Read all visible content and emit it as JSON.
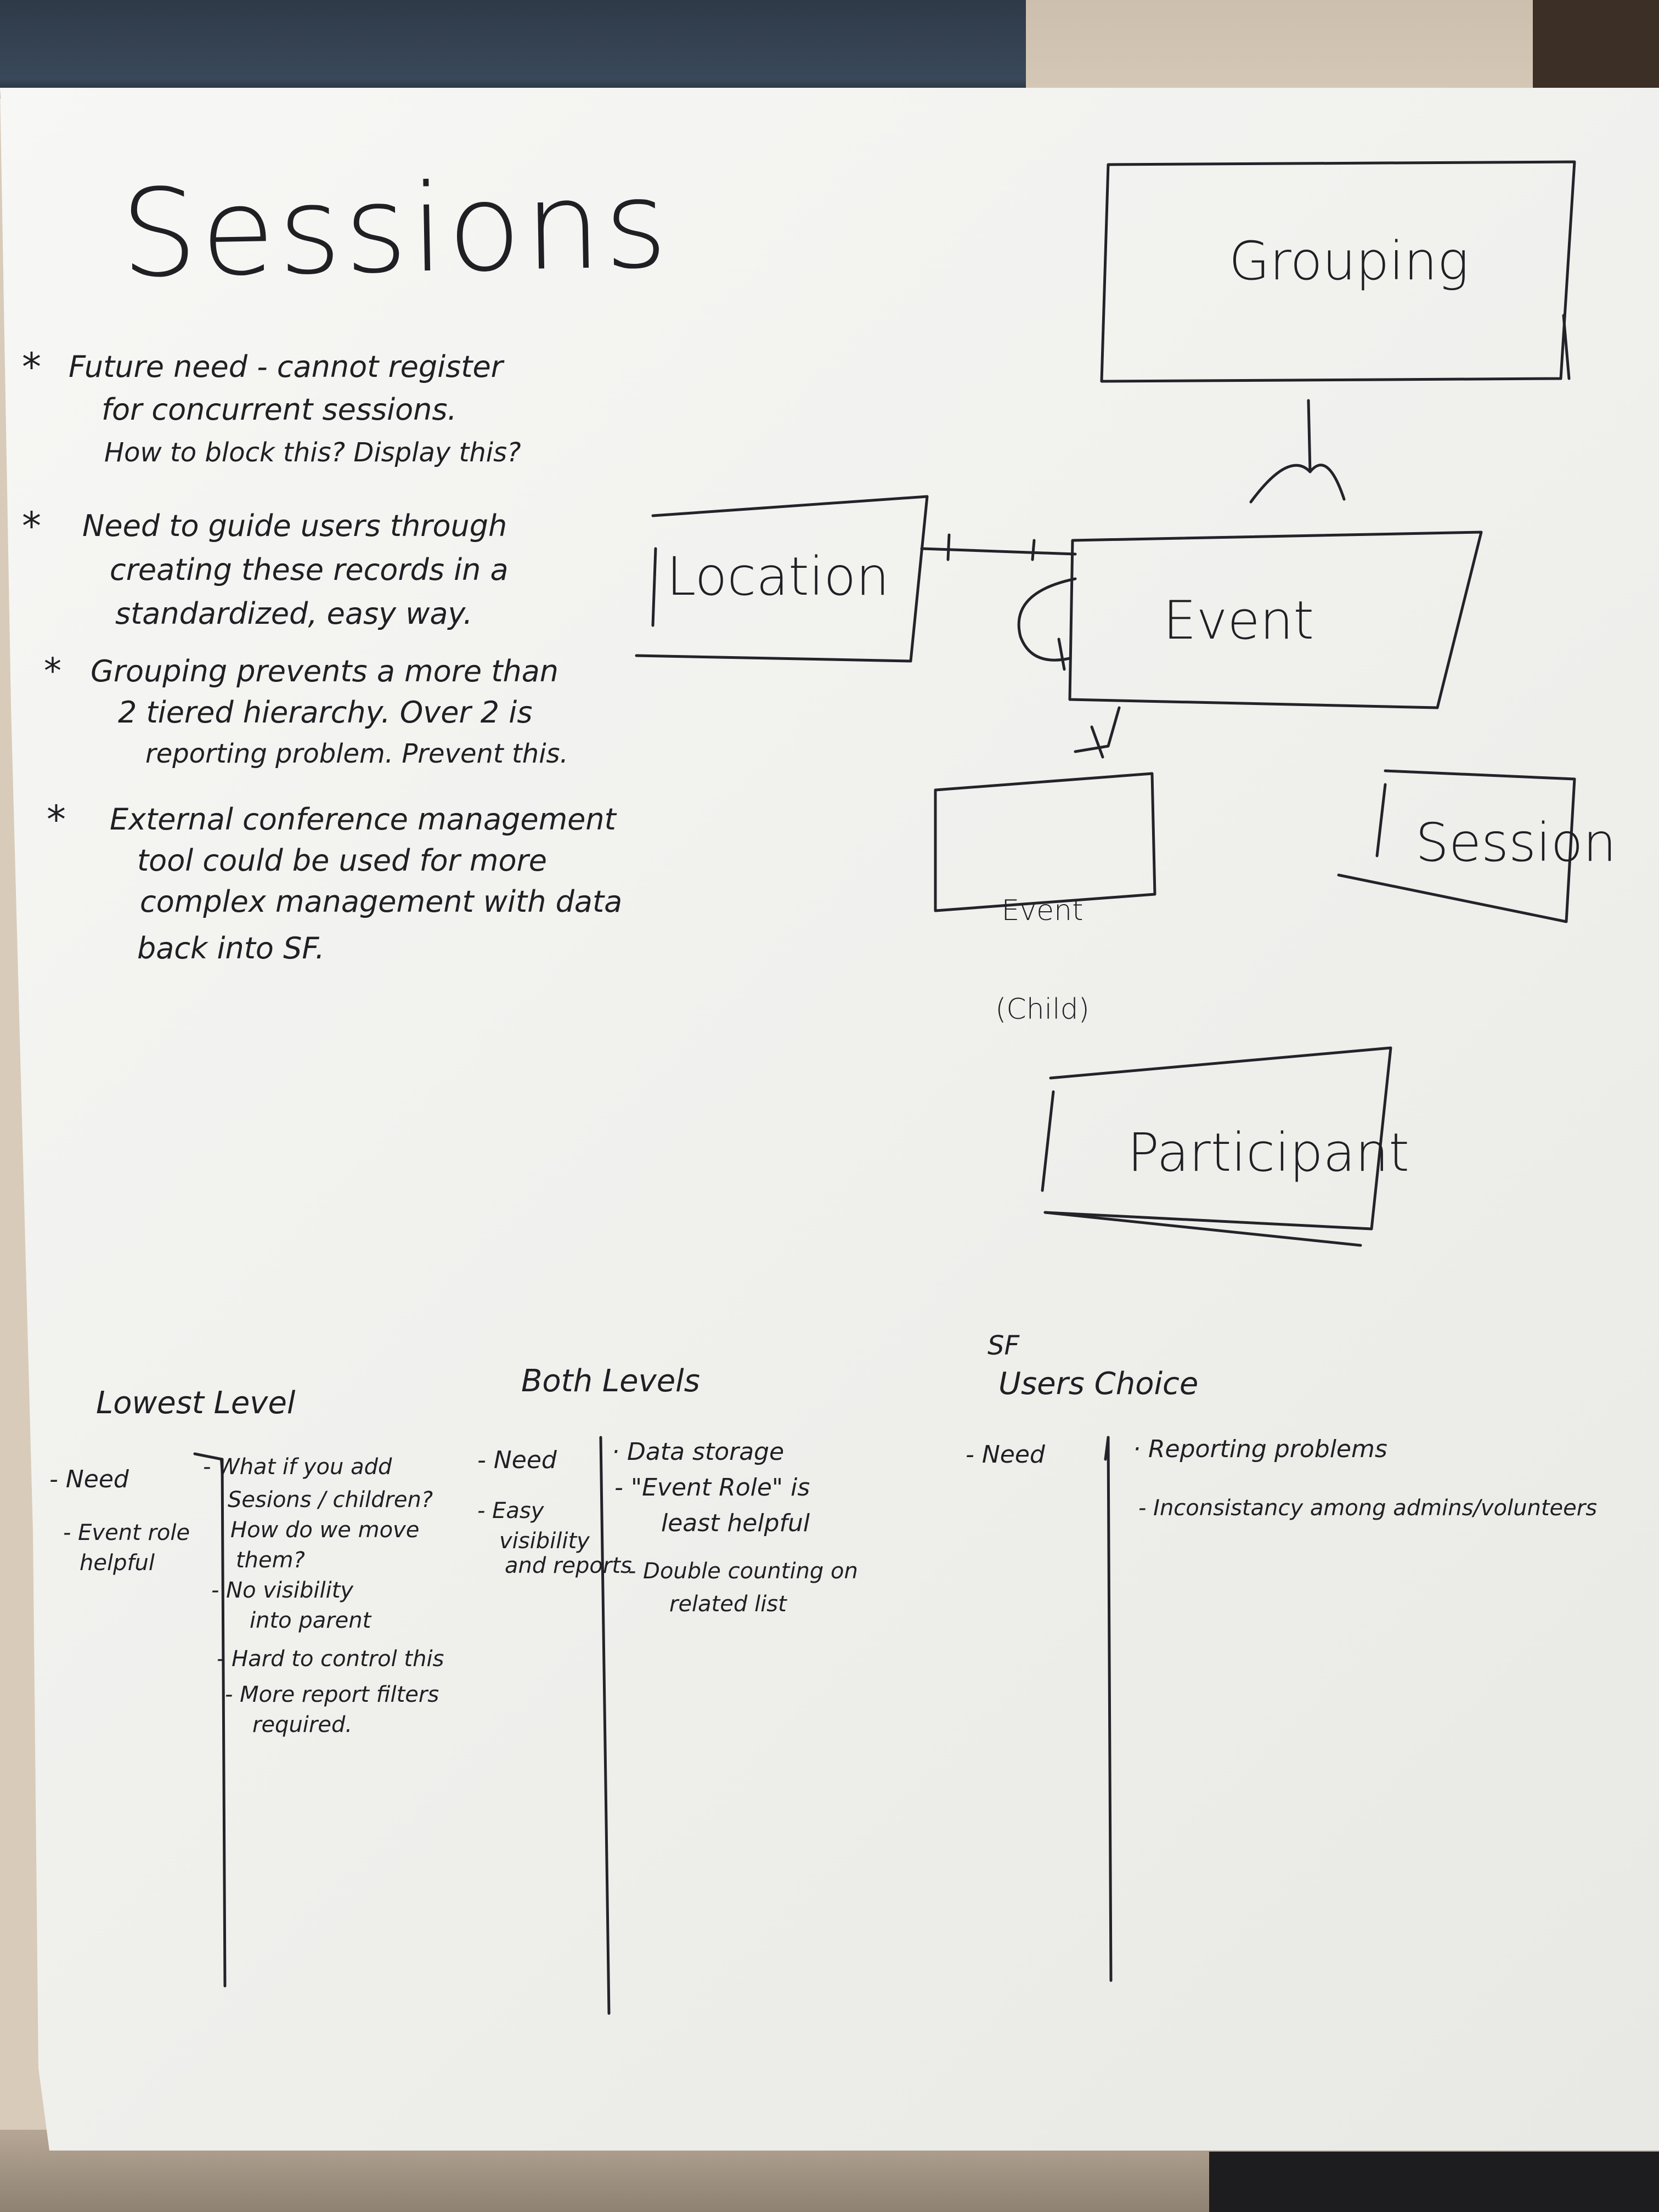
{
  "title": "Sessions",
  "notes": [
    {
      "bullet": "*",
      "lines": [
        "Future need - cannot register",
        "for concurrent sessions.",
        "How to block this? Display this?"
      ]
    },
    {
      "bullet": "*",
      "lines": [
        "Need to guide users through",
        "creating these records in a",
        "standardized, easy way."
      ]
    },
    {
      "bullet": "*",
      "lines": [
        "Grouping prevents a more than",
        "2 tiered hierarchy. Over 2 is",
        "reporting problem. Prevent this."
      ]
    },
    {
      "bullet": "*",
      "lines": [
        "External conference management",
        "tool could be used for more",
        "complex management with data",
        "back into SF."
      ]
    }
  ],
  "diagram": {
    "grouping": "Grouping",
    "location": "Location",
    "event": "Event",
    "event_child": [
      "Event",
      "(Child)"
    ],
    "session": "Session",
    "participant": "Participant"
  },
  "columns": {
    "lowest": {
      "heading": "Lowest Level",
      "left": [
        "- Need",
        "- Event role",
        "helpful"
      ],
      "right": [
        "- What if you add",
        "Sesions / children?",
        "How do we move",
        "them?",
        "- No visibility",
        "into parent",
        "- Hard to control this",
        "- More report filters",
        "required."
      ]
    },
    "both": {
      "heading": "Both Levels",
      "left": [
        "- Need",
        "- Easy",
        "visibility",
        "and reports"
      ],
      "right": [
        "· Data storage",
        "- \"Event Role\" is",
        "least helpful",
        "- Double counting on",
        "related list"
      ]
    },
    "sf": {
      "heading_top": "SF",
      "heading": "Users Choice",
      "left": [
        "- Need"
      ],
      "right": [
        "· Reporting problems",
        "- Inconsistancy among admins/volunteers"
      ]
    }
  }
}
